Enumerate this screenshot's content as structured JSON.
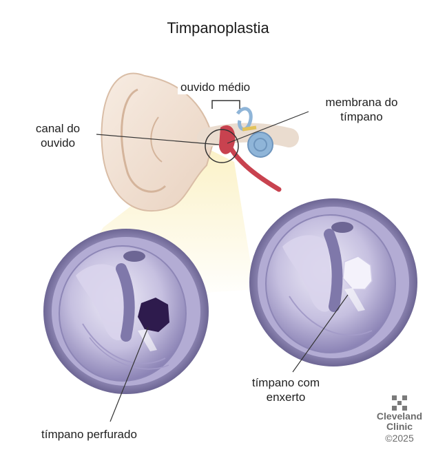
{
  "title": "Timpanoplastia",
  "labels": {
    "middle_ear": "ouvido médio",
    "ear_canal": [
      "canal do",
      "ouvido"
    ],
    "eardrum": [
      "membrana do",
      "tímpano"
    ],
    "grafted": [
      "tímpano com",
      "enxerto"
    ],
    "perforated": "tímpano perfurado"
  },
  "logo": {
    "name": [
      "Cleveland",
      "Clinic"
    ],
    "copyright": "©2025"
  },
  "colors": {
    "membrane_purple": "#b9b3d6",
    "membrane_dark": "#6d6694",
    "perforation": "#2e1b4d",
    "skin": "#f1dfd0",
    "cochlea_blue": "#8fb5d8",
    "ossicle_red": "#c8424f",
    "highlight_yellow": "#fbf1c4"
  }
}
